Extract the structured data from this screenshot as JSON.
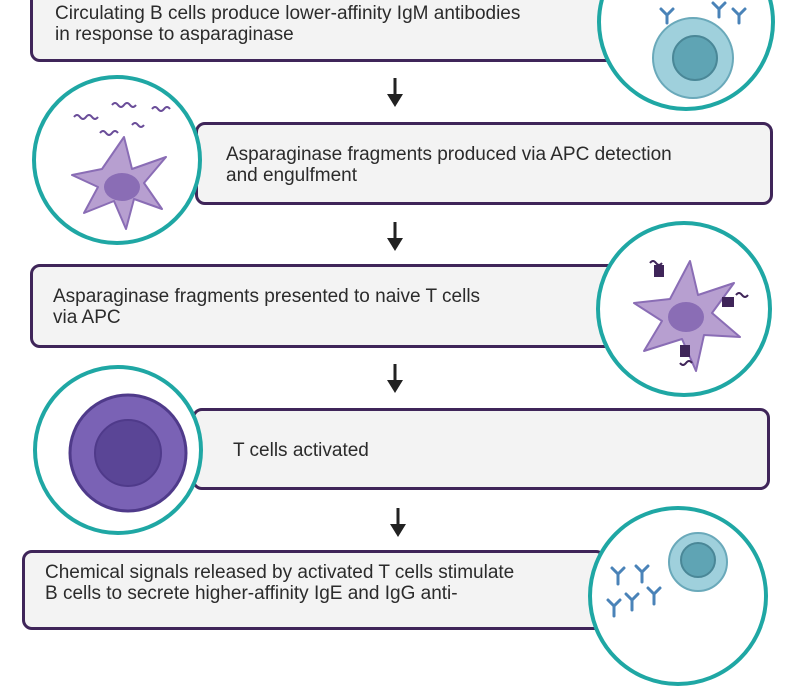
{
  "steps": [
    {
      "text": "Circulating B cells produce lower-affinity IgM antibodies\nin response to asparaginase",
      "icon": "b-cell-with-antibodies-icon"
    },
    {
      "text": "Asparaginase fragments produced via APC detection\nand engulfment",
      "icon": "apc-with-fragments-icon"
    },
    {
      "text": "Asparaginase fragments presented to naive T cells\nvia APC",
      "icon": "apc-presenting-fragments-icon"
    },
    {
      "text": "T cells activated",
      "icon": "activated-t-cell-icon"
    },
    {
      "text": "Chemical signals released by activated T cells stimulate\nB cells to secrete higher-affinity IgE and IgG anti-",
      "icon": "b-cell-secreting-antibodies-icon"
    }
  ],
  "colors": {
    "box_border": "#3f2559",
    "box_fill": "#f3f3f3",
    "circle_border": "#1fa7a4",
    "arrow": "#222222",
    "b_cell": "#9fd0dc",
    "apc": "#b79fd0",
    "t_cell": "#7a62b5",
    "antibody": "#4a83b8"
  }
}
